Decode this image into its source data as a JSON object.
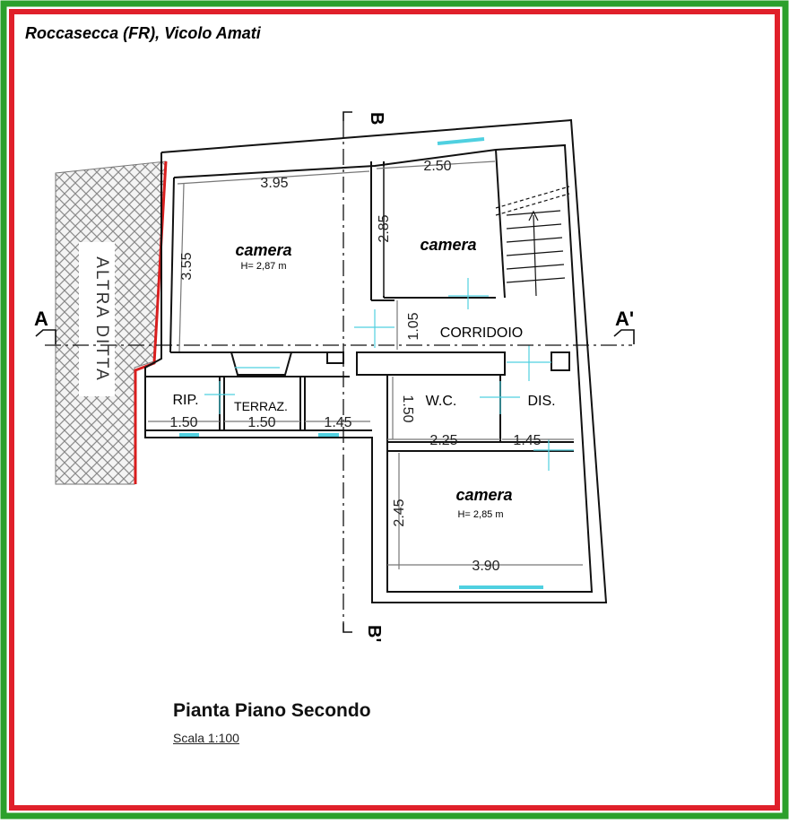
{
  "header": {
    "location": "Roccasecca (FR), Vicolo Amati"
  },
  "frame": {
    "outer_color": "#2ca02c",
    "inner_color": "#e0202a"
  },
  "plan": {
    "title": "Pianta Piano Secondo",
    "scale": "Scala 1:100",
    "section_marks": {
      "b_top": "B",
      "b_bottom": "B'",
      "a_left": "A",
      "a_right": "A'"
    },
    "neighbor_label": "ALTRA DITTA",
    "rooms": {
      "camera_left": "camera",
      "camera_left_height": "H= 2,87 m",
      "camera_top_right": "camera",
      "corridoio": "CORRIDOIO",
      "rip": "RIP.",
      "terraz": "TERRAZ.",
      "wc": "W.C.",
      "dis": "DIS.",
      "camera_bottom": "camera",
      "camera_bottom_height": "H= 2,85 m"
    },
    "dimensions": {
      "d_395": "3.95",
      "d_355": "3.55",
      "d_250": "2.50",
      "d_285": "2.85",
      "d_105": "1.05",
      "d_150_rip": "1.50",
      "d_150_terraz": "1.50",
      "d_145_passage": "1.45",
      "d_150_wc": "1.50",
      "d_225": "2.25",
      "d_145_dis": "1.45",
      "d_245": "2.45",
      "d_390": "3.90"
    },
    "colors": {
      "wall": "#111111",
      "window": "#4fd0e0",
      "dimension": "#777777",
      "hatch": "#8a8a8a",
      "boundary": "#d81e1e"
    }
  }
}
